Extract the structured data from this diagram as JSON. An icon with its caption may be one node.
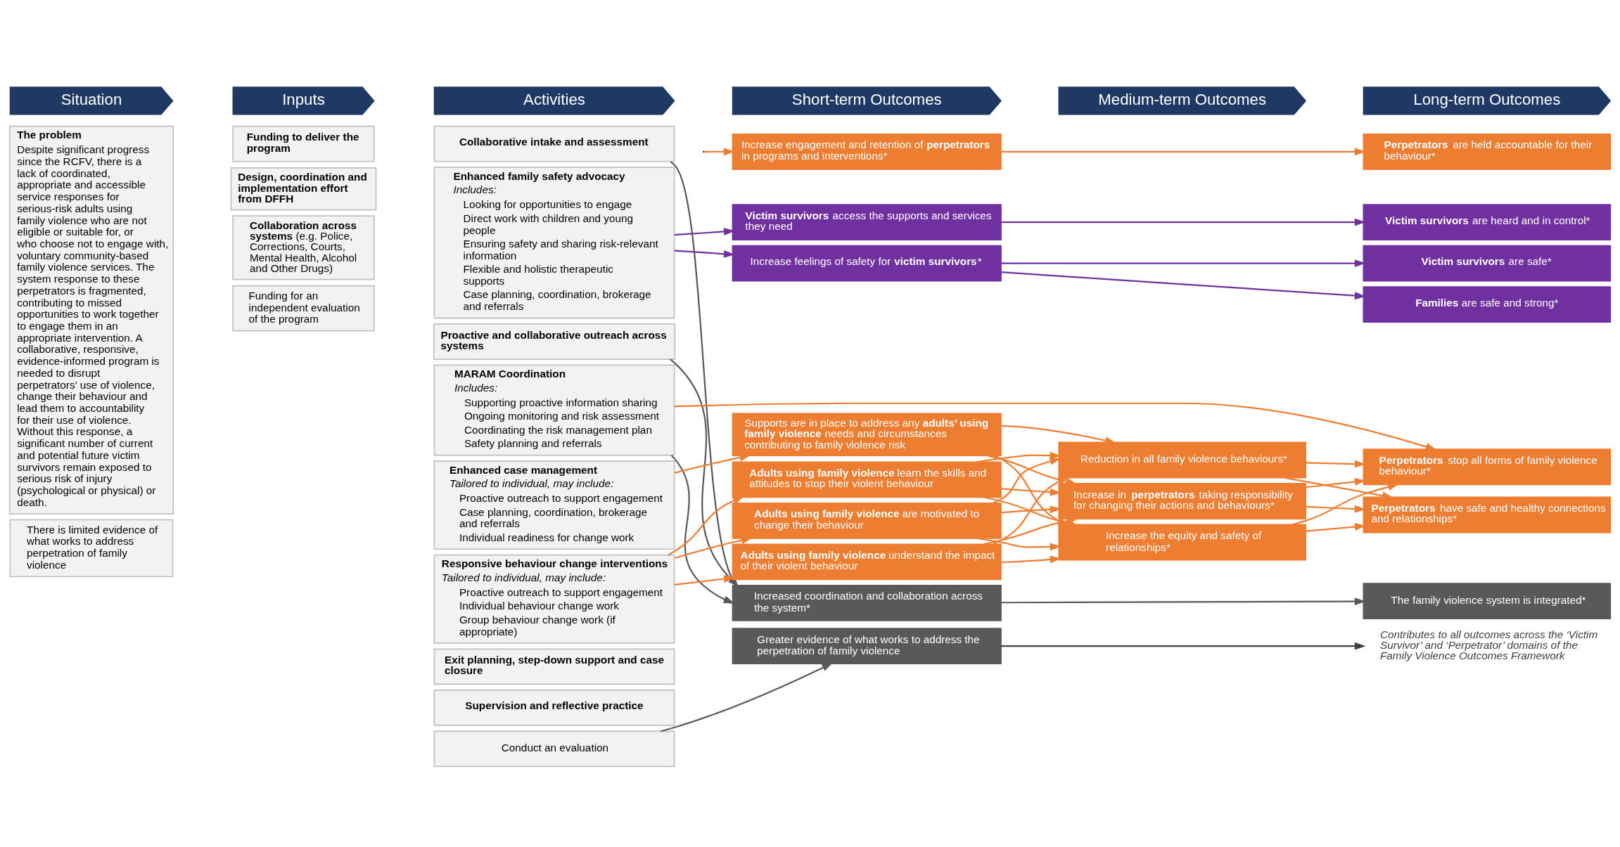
{
  "diagram": {
    "nodes": [
      {
        "text": [
          "Situation"
        ]
      },
      {
        "text": [
          "Inputs"
        ]
      },
      {
        "text": [
          "Activities"
        ]
      },
      {
        "text": [
          "Short-term Outcomes"
        ]
      },
      {
        "text": [
          "Medium-term Outcomes"
        ]
      },
      {
        "text": [
          "Long-term Outcomes"
        ]
      },
      {
        "text": [
          "The problem",
          "Despite significant progress since the RCFV, there is a lack of coordinated, appropriate and accessible service responses for serious-risk adults using family violence who are not eligible or suitable for, or who choose not to engage with, voluntary community-based family violence services. The system response to these perpetrators is fragmented, contributing to missed opportunities to work together to engage them in an appropriate intervention. A collaborative, responsive, evidence-informed program is needed to disrupt perpetrators’ use of violence, change their behaviour and lead them to accountability for their use of violence. Without this response, a significant number of current and potential future victim survivors remain exposed to serious risk of injury (psychological or physical) or death."
        ]
      },
      {
        "text": [
          "Funding to deliver the program"
        ]
      },
      {
        "text": [
          "Design, coordination and implementation effort from DFFH"
        ]
      },
      {
        "text": [
          "**Collaboration across systems** (e.g. Police, Corrections, Courts, Mental Health, Alcohol and Other Drugs)"
        ]
      },
      {
        "text": [
          "Collaborative intake and assessment"
        ]
      },
      {
        "text": [
          "Enhanced family safety advocacy",
          "Includes:",
          "Looking for opportunities to engage",
          "Direct work with children and young people",
          "Ensuring safety and sharing risk-relevant information",
          "Flexible and holistic therapeutic supports",
          "Case planning, coordination, brokerage and referrals"
        ]
      },
      {
        "text": [
          "Proactive and collaborative outreach across systems"
        ]
      },
      {
        "text": [
          "MARAM Coordination",
          "Includes:",
          "Supporting proactive information sharing",
          "Ongoing monitoring and risk assessment",
          "Coordinating the risk management plan",
          "Safety planning and referrals"
        ]
      },
      {
        "text": [
          "Enhanced case management",
          "Tailored to individual, may include:",
          "Proactive outreach to support engagement",
          "Case planning, coordination, brokerage and referrals",
          "Individual readiness for change work"
        ]
      },
      {
        "text": [
          "Responsive behaviour change interventions",
          "Tailored to individual, may include:",
          "Proactive outreach to support engagement",
          "Individual behaviour change work",
          "Group behaviour change work (if appropriate)"
        ]
      },
      {
        "text": [
          "Exit planning, step-down support and case closure"
        ]
      },
      {
        "text": [
          "Supervision and reflective practice"
        ]
      },
      {
        "text": [
          "Conduct an evaluation"
        ]
      },
      {
        "text": [
          "There is limited evidence of what works to address perpetration of family violence"
        ]
      },
      {
        "text": [
          "Funding for an independent evaluation of the program"
        ]
      },
      {
        "text": [
          "Increase engagement and retention of **perpetrators** in programs and interventions*"
        ]
      },
      {
        "text": [
          "**Victim survivors** access the supports and services they need"
        ]
      },
      {
        "text": [
          "Increase feelings of safety for **victim survivors***"
        ]
      },
      {
        "text": [
          "Supports are in place to address any **adults’ using family violence** needs and circumstances contributing to family violence risk"
        ]
      },
      {
        "text": [
          "**Adults using family violence** learn the skills and attitudes to stop their violent behaviour"
        ]
      },
      {
        "text": [
          "**Adults using family violence** are motivated to change their behaviour"
        ]
      },
      {
        "text": [
          "**Adults using family violence** understand the impact of their violent behaviour"
        ]
      },
      {
        "text": [
          "Increased coordination and collaboration across the system*"
        ]
      },
      {
        "text": [
          "Greater evidence of what works to address the perpetration of family violence"
        ]
      },
      {
        "text": [
          "Reduction in all family violence behaviours*"
        ]
      },
      {
        "text": [
          "Increase in **perpetrators** taking responsibility for changing their actions and behaviours*"
        ]
      },
      {
        "text": [
          "Increase the equity and safety of relationships*"
        ]
      },
      {
        "text": [
          "**Perpetrators** are held accountable for their behaviour*"
        ]
      },
      {
        "text": [
          "**Victim survivors** are heard and in control*"
        ]
      },
      {
        "text": [
          "**Victim survivors** are safe*"
        ]
      },
      {
        "text": [
          "**Families** are safe and strong*"
        ]
      },
      {
        "text": [
          "**Perpetrators** stop all forms of family violence behaviour*"
        ]
      },
      {
        "text": [
          "**Perpetrators** have safe and healthy connections and relationships*"
        ]
      },
      {
        "text": [
          "The family violence system is integrated*"
        ]
      },
      {
        "text": [
          "Contributes to all outcomes across the ‘Victim Survivor’ and ‘Perpetrator’ domains of the Family Violence Outcomes Framework"
        ]
      }
    ],
    "edges": [
      {
        "from": null,
        "to": 21,
        "arrow": "to"
      },
      {
        "from": 11,
        "to": 22,
        "arrow": "to",
        "color": "#7030a0"
      },
      {
        "from": 11,
        "to": 23,
        "arrow": "to",
        "color": "#7030a0"
      },
      {
        "from": 13,
        "to": 37,
        "arrow": "to"
      },
      {
        "from": 14,
        "to": 24,
        "arrow": "to"
      },
      {
        "from": 15,
        "to": 25,
        "arrow": "to"
      },
      {
        "from": 15,
        "to": 26,
        "arrow": "to"
      },
      {
        "from": 15,
        "to": 27,
        "arrow": "to"
      },
      {
        "from": 10,
        "to": 28,
        "arrow": "to",
        "color": "#595959"
      },
      {
        "from": 12,
        "to": 28,
        "arrow": "to",
        "color": "#595959"
      },
      {
        "from": 13,
        "to": 28,
        "arrow": "to",
        "color": "#595959"
      },
      {
        "from": 18,
        "to": 29,
        "arrow": "to",
        "color": "#595959"
      },
      {
        "from": 21,
        "to": 33,
        "arrow": "to"
      },
      {
        "from": 22,
        "to": 34,
        "arrow": "to",
        "color": "#7030a0"
      },
      {
        "from": 23,
        "to": 35,
        "arrow": "to",
        "color": "#7030a0"
      },
      {
        "from": 23,
        "to": 36,
        "arrow": "to",
        "color": "#7030a0"
      },
      {
        "from": 24,
        "to": 30,
        "arrow": "to"
      },
      {
        "from": 24,
        "to": 31,
        "arrow": "to"
      },
      {
        "from": 24,
        "to": 32,
        "arrow": "to"
      },
      {
        "from": 25,
        "to": 30,
        "arrow": "to"
      },
      {
        "from": 25,
        "to": 31,
        "arrow": "to"
      },
      {
        "from": 25,
        "to": 32,
        "arrow": "to"
      },
      {
        "from": 26,
        "to": 30,
        "arrow": "to"
      },
      {
        "from": 26,
        "to": 31,
        "arrow": "to"
      },
      {
        "from": 26,
        "to": 32,
        "arrow": "to"
      },
      {
        "from": 27,
        "to": 30,
        "arrow": "to"
      },
      {
        "from": 27,
        "to": 31,
        "arrow": "to"
      },
      {
        "from": 27,
        "to": 32,
        "arrow": "to"
      },
      {
        "from": 30,
        "to": 37,
        "arrow": "to"
      },
      {
        "from": 30,
        "to": 38,
        "arrow": "to"
      },
      {
        "from": 31,
        "to": 37,
        "arrow": "to"
      },
      {
        "from": 31,
        "to": 38,
        "arrow": "to"
      },
      {
        "from": 32,
        "to": 37,
        "arrow": "to"
      },
      {
        "from": 32,
        "to": 38,
        "arrow": "to"
      },
      {
        "from": 28,
        "to": 39,
        "arrow": "to",
        "color": "#595959"
      },
      {
        "from": 29,
        "to": 40,
        "arrow": "to",
        "color": "#404040"
      }
    ]
  }
}
